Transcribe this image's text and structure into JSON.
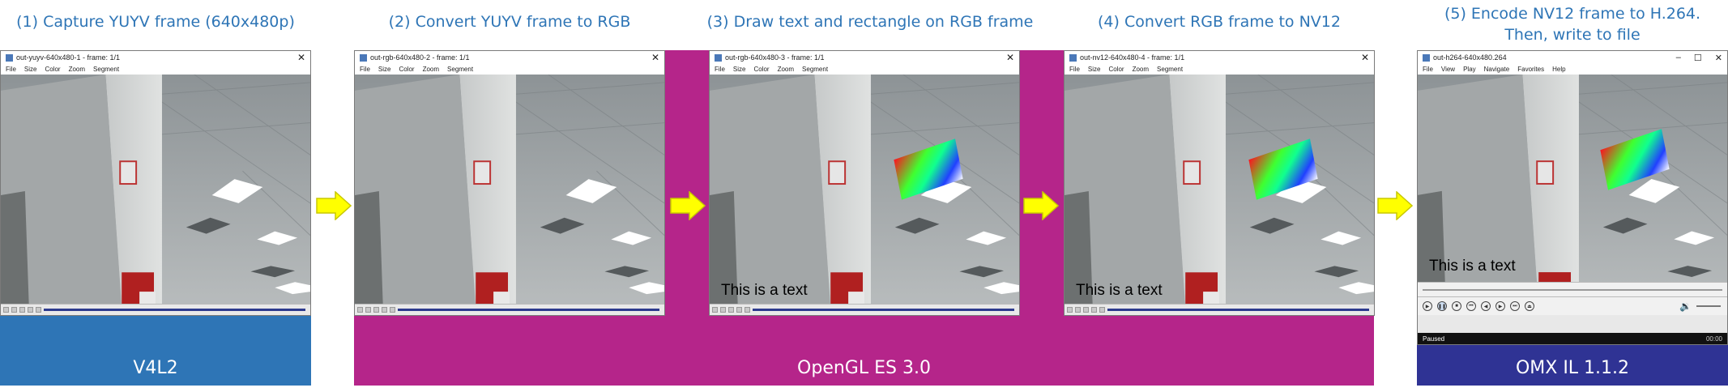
{
  "colors": {
    "v4l2_band": "#2e75b6",
    "opengl_band": "#b5258a",
    "omx_band": "#2f3394",
    "title_text": "#2e75b6",
    "arrow_fill": "#ffff00",
    "arrow_stroke": "#c8c800"
  },
  "stages": [
    {
      "title": "(1) Capture YUYV frame (640x480p)",
      "window_title": "out-yuyv-640x480-1 - frame: 1/1",
      "overlay_text": "",
      "has_gradient": false
    },
    {
      "title": "(2) Convert YUYV frame to RGB",
      "window_title": "out-rgb-640x480-2 - frame: 1/1",
      "overlay_text": "",
      "has_gradient": false
    },
    {
      "title": "(3) Draw text and rectangle on RGB frame",
      "window_title": "out-rgb-640x480-3 - frame: 1/1",
      "overlay_text": "This is a text",
      "has_gradient": true
    },
    {
      "title": "(4) Convert RGB frame to NV12",
      "window_title": "out-nv12-640x480-4 - frame: 1/1",
      "overlay_text": "This is a text",
      "has_gradient": true
    },
    {
      "title_line1": "(5) Encode NV12 frame to H.264.",
      "title_line2": "Then, write to file",
      "window_title": "out-h264-640x480.264",
      "overlay_text": "This is a text",
      "has_gradient": true
    }
  ],
  "viewer_menu": [
    "File",
    "Size",
    "Color",
    "Zoom",
    "Segment"
  ],
  "player_menu": [
    "File",
    "View",
    "Play",
    "Navigate",
    "Favorites",
    "Help"
  ],
  "player_controls": {
    "minimize": "–",
    "maximize": "☐",
    "close": "✕",
    "status": "Paused",
    "time": "00:00"
  },
  "window_close_icon": "✕",
  "bands": {
    "v4l2": "V4L2",
    "opengl": "OpenGL ES 3.0",
    "omx": "OMX IL 1.1.2"
  },
  "icons": [
    "arrow-right-icon",
    "close-icon",
    "play-icon",
    "pause-icon",
    "stop-icon",
    "volume-icon"
  ]
}
